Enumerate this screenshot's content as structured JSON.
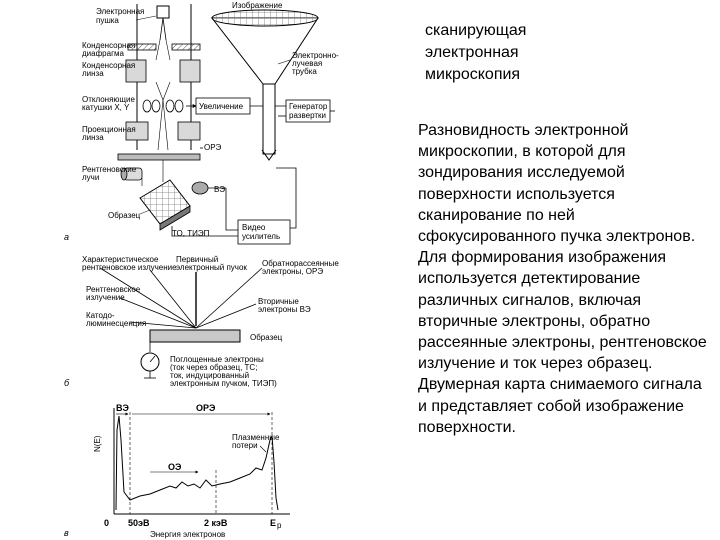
{
  "title": {
    "lines": [
      "сканирующая",
      "электронная",
      "микроскопия"
    ]
  },
  "description": "Разновидность электронной микроскопии, в которой для зондирования исследуемой поверхности используется сканирование по ней сфокусированного пучка электронов. Для формирования изображения используется детектирование различных сигналов, включая вторичные электроны, обратно рассеянные электроны, рентгеновское излучение и ток через образец. Двумерная карта снимаемого сигнала и представляет собой изображение поверхности.",
  "figure": {
    "panel_a": {
      "letter": "а",
      "electron_gun": [
        "Электронная",
        "пушка"
      ],
      "condenser_aperture": [
        "Конденсорная",
        "диафрагма"
      ],
      "condenser_lens": [
        "Конденсорная",
        "линза"
      ],
      "deflection_coils": [
        "Отклоняющие",
        "катушки X, Y"
      ],
      "projection_lens": [
        "Проекционная",
        "линза"
      ],
      "xray_beams": [
        "Рентгеновские",
        "лучи"
      ],
      "sample": "Образец",
      "image": "Изображение",
      "crt": [
        "Электронно-",
        "лучевая",
        "трубка"
      ],
      "magnification": "Увеличение",
      "scan_generator": [
        "Генератор",
        "развертки"
      ],
      "ore": "ОРЭ",
      "ve": "ВЭ",
      "to_tiep": "ТО, ТИЭП",
      "video_amp": [
        "Видео",
        "усилитель"
      ]
    },
    "panel_b": {
      "letter": "б",
      "characteristic_xray": [
        "Характеристическое",
        "рентгеновское излучение"
      ],
      "primary_beam": [
        "Первичный",
        "электронный пучок"
      ],
      "backscattered": [
        "Обратнорассеянные",
        "электроны, ОРЭ"
      ],
      "xray": [
        "Рентгеновское",
        "излучение"
      ],
      "cathodoluminescence": [
        "Катодо-",
        "люминесценция"
      ],
      "secondary": [
        "Вторичные",
        "электроны  ВЭ"
      ],
      "sample": "Образец",
      "absorbed": [
        "Поглощенные электроны",
        "(ток через образец, ТС;",
        "ток, индуцированный",
        "электронным пучком, ТИЭП)"
      ]
    },
    "panel_c": {
      "letter": "в",
      "ylabel": "N(E)",
      "ve": "ВЭ",
      "ore": "ОРЭ",
      "oe": "ОЭ",
      "plasmon": [
        "Плазменные",
        "потери"
      ],
      "tick_0": "0",
      "tick_50": "50эВ",
      "tick_2k": "2 кэВ",
      "tick_ep": "E",
      "tick_ep_sub": "p",
      "xlabel": "Энергия электронов"
    }
  }
}
